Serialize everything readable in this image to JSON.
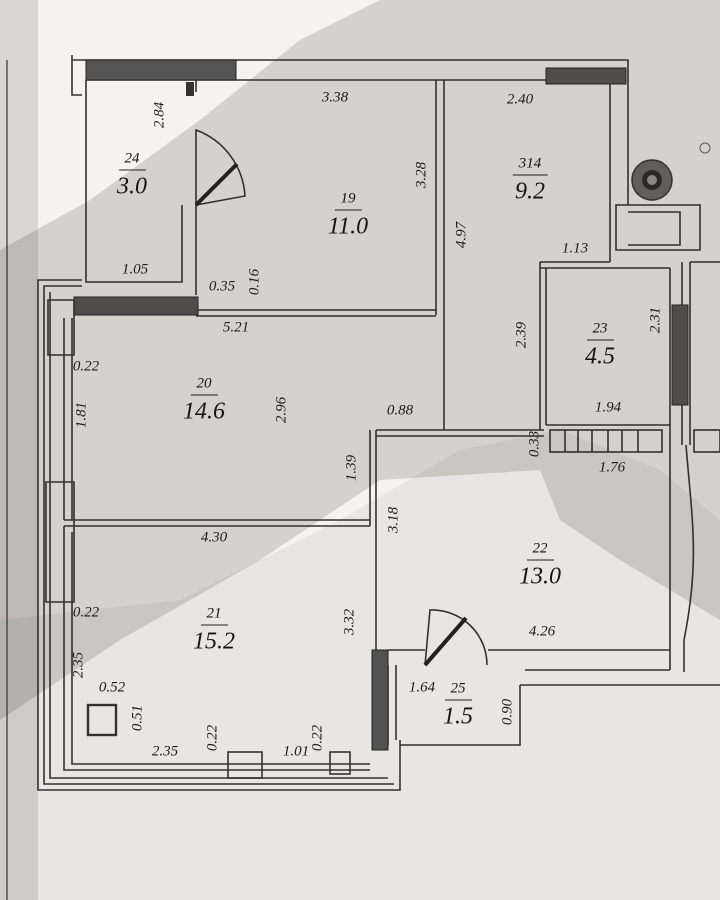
{
  "rooms": [
    {
      "id": "r24",
      "number": "24",
      "area": "3.0"
    },
    {
      "id": "r19",
      "number": "19",
      "area": "11.0"
    },
    {
      "id": "r314",
      "number": "314",
      "area": "9.2"
    },
    {
      "id": "r23",
      "number": "23",
      "area": "4.5"
    },
    {
      "id": "r20",
      "number": "20",
      "area": "14.6"
    },
    {
      "id": "r22",
      "number": "22",
      "area": "13.0"
    },
    {
      "id": "r21",
      "number": "21",
      "area": "15.2"
    },
    {
      "id": "r25",
      "number": "25",
      "area": "1.5"
    }
  ],
  "dimensions": [
    {
      "id": "d01",
      "text": "3.38"
    },
    {
      "id": "d02",
      "text": "2.40"
    },
    {
      "id": "d03",
      "text": "2.84"
    },
    {
      "id": "d04",
      "text": "3.28"
    },
    {
      "id": "d05",
      "text": "4.97"
    },
    {
      "id": "d06",
      "text": "1.13"
    },
    {
      "id": "d07",
      "text": "1.05"
    },
    {
      "id": "d08",
      "text": "0.35"
    },
    {
      "id": "d09",
      "text": "0.16"
    },
    {
      "id": "d10",
      "text": "5.21"
    },
    {
      "id": "d11",
      "text": "2.39"
    },
    {
      "id": "d12",
      "text": "2.31"
    },
    {
      "id": "d13",
      "text": "0.22"
    },
    {
      "id": "d14",
      "text": "1.81"
    },
    {
      "id": "d15",
      "text": "2.96"
    },
    {
      "id": "d16",
      "text": "0.88"
    },
    {
      "id": "d17",
      "text": "1.94"
    },
    {
      "id": "d18",
      "text": "0.33"
    },
    {
      "id": "d19",
      "text": "1.76"
    },
    {
      "id": "d20",
      "text": "1.39"
    },
    {
      "id": "d21",
      "text": "3.18"
    },
    {
      "id": "d22",
      "text": "4.30"
    },
    {
      "id": "d23",
      "text": "0.22"
    },
    {
      "id": "d24",
      "text": "3.32"
    },
    {
      "id": "d25",
      "text": "4.26"
    },
    {
      "id": "d26",
      "text": "2.35"
    },
    {
      "id": "d27",
      "text": "0.52"
    },
    {
      "id": "d28",
      "text": "0.51"
    },
    {
      "id": "d29",
      "text": "1.64"
    },
    {
      "id": "d30",
      "text": "0.90"
    },
    {
      "id": "d31",
      "text": "2.35"
    },
    {
      "id": "d32",
      "text": "0.22"
    },
    {
      "id": "d33",
      "text": "1.01"
    },
    {
      "id": "d34",
      "text": "0.22"
    }
  ]
}
